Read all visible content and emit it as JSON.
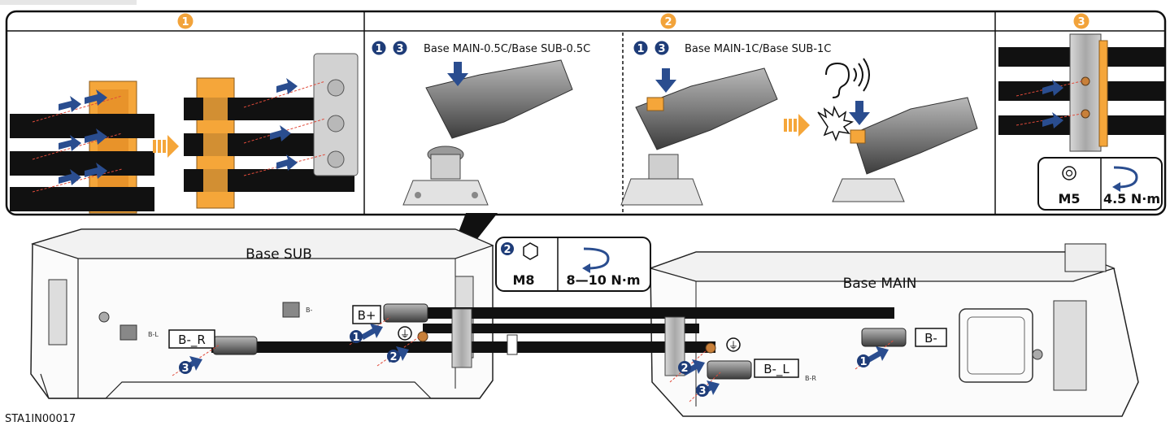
{
  "steps": {
    "one": "1",
    "two": "2",
    "three": "3"
  },
  "step2": {
    "left_label": "Base MAIN-0.5C/Base SUB-0.5C",
    "right_label": "Base MAIN-1C/Base SUB-1C"
  },
  "step3": {
    "bolt": "M5",
    "torque": "4.5 N·m"
  },
  "ground_callout": {
    "bolt": "M8",
    "torque": "8—10 N·m"
  },
  "modules": {
    "sub": "Base SUB",
    "main": "Base MAIN"
  },
  "connectors": {
    "sub_bplus": "B+",
    "sub_bminus_r": "B-_R",
    "main_bminus": "B-",
    "main_bminus_l": "B-_L"
  },
  "small_labels": {
    "sub_b_minus": "B-",
    "sub_b_l": "B-L",
    "main_b_r": "B-R"
  },
  "ground_symbol": "⏚",
  "figure_code": "STA1IN00017",
  "colors": {
    "step_circle": "#f2a33a",
    "num_circle": "#1e3c78",
    "arrow": "#2a4d8f",
    "clip_orange": "#f5a63a",
    "cable": "#111111",
    "copper": "#c8803a"
  }
}
